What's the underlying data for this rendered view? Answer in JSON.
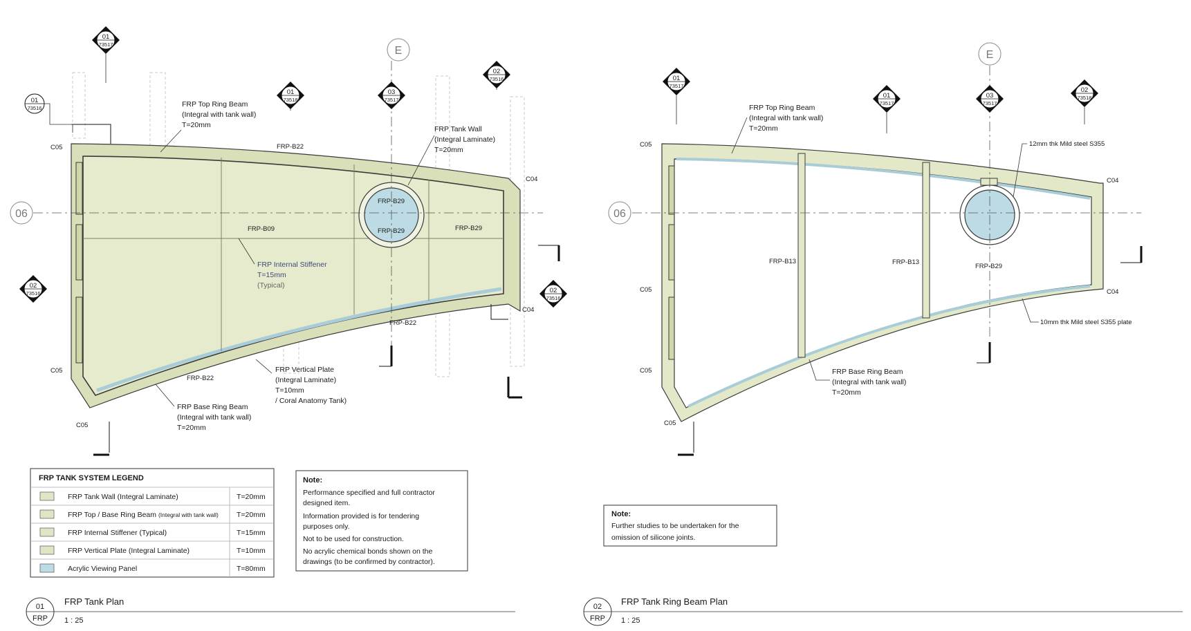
{
  "views": [
    {
      "title": "FRP Tank Plan",
      "badge_top": "01",
      "badge_bottom": "FRP",
      "scale": "1 : 25",
      "grid_e": "E",
      "grid_06": "06",
      "callouts": [
        {
          "num": "01",
          "ref": "73517"
        },
        {
          "num": "01",
          "ref": "73516"
        },
        {
          "num": "01",
          "ref": "73518"
        },
        {
          "num": "03",
          "ref": "73517"
        },
        {
          "num": "02",
          "ref": "73516"
        },
        {
          "num": "02",
          "ref": "73516"
        },
        {
          "num": "02",
          "ref": "73516"
        }
      ],
      "labels": {
        "top_ring": [
          "FRP Top Ring Beam",
          "(Integral with tank wall)",
          "T=20mm"
        ],
        "tank_wall": [
          "FRP Tank Wall",
          "(Integral Laminate)",
          "T=20mm"
        ],
        "stiffener": [
          "FRP Internal Stiffener",
          "T=15mm",
          "(Typical)"
        ],
        "vertical_plate": [
          "FRP Vertical Plate",
          "(Integral Laminate)",
          "T=10mm",
          "/ Coral Anatomy Tank)"
        ],
        "base_ring": [
          "FRP Base Ring Beam",
          "(Integral with tank wall)",
          "T=20mm"
        ],
        "b22_top": "FRP-B22",
        "b22_mid": "FRP-B22",
        "b22_bot": "FRP-B22",
        "b09": "FRP-B09",
        "b29a": "FRP-B29",
        "b29b": "FRP-B29",
        "b29c": "FRP-B29",
        "c05a": "C05",
        "c05b": "C05",
        "c05c": "C05",
        "c04a": "C04",
        "c04b": "C04"
      }
    },
    {
      "title": "FRP Tank Ring Beam Plan",
      "badge_top": "02",
      "badge_bottom": "FRP",
      "scale": "1 : 25",
      "grid_e": "E",
      "grid_06": "06",
      "callouts": [
        {
          "num": "01",
          "ref": "73517"
        },
        {
          "num": "01",
          "ref": "73517"
        },
        {
          "num": "03",
          "ref": "73517"
        },
        {
          "num": "02",
          "ref": "73518"
        }
      ],
      "labels": {
        "top_ring": [
          "FRP Top Ring Beam",
          "(Integral with tank wall)",
          "T=20mm"
        ],
        "steel_12": "12mm thk Mild steel S355",
        "steel_10": "10mm thk Mild steel S355 plate",
        "base_ring": [
          "FRP Base Ring Beam",
          "(Integral with tank wall)",
          "T=20mm"
        ],
        "b13a": "FRP-B13",
        "b13b": "FRP-B13",
        "b29": "FRP-B29",
        "c05a": "C05",
        "c05b": "C05",
        "c05c": "C05",
        "c05d": "C05",
        "c04a": "C04",
        "c04b": "C04"
      }
    }
  ],
  "legend": {
    "title": "FRP TANK SYSTEM LEGEND",
    "rows": [
      {
        "label": "FRP Tank Wall (Integral Laminate)",
        "thickness": "T=20mm",
        "swatch": "#dfe6c5"
      },
      {
        "label": "FRP Top / Base Ring Beam",
        "label_small": "(Integral with tank wall)",
        "thickness": "T=20mm",
        "swatch": "#dfe6c5"
      },
      {
        "label": "FRP Internal Stiffener (Typical)",
        "thickness": "T=15mm",
        "swatch": "#dfe6c5"
      },
      {
        "label": "FRP Vertical Plate (Integral Laminate)",
        "thickness": "T=10mm",
        "swatch": "#dfe6c5"
      },
      {
        "label": "Acrylic Viewing Panel",
        "thickness": "T=80mm",
        "swatch": "#bcdbe4"
      }
    ]
  },
  "note1": {
    "title": "Note:",
    "lines": [
      "Performance specified and full contractor",
      "designed item.",
      "Information provided is for tendering",
      "purposes only.",
      "Not to be used for construction.",
      "No acrylic chemical bonds shown on the",
      "drawings (to be confirmed by contractor)."
    ]
  },
  "note2": {
    "title": "Note:",
    "lines": [
      "Further studies to be undertaken for the",
      "omission of silicone joints."
    ]
  },
  "colors": {
    "frp_fill": "#e7ebcd",
    "frp_wall": "#d9dfb8",
    "acrylic": "#bcdbe4",
    "line": "#3a3a3a"
  }
}
